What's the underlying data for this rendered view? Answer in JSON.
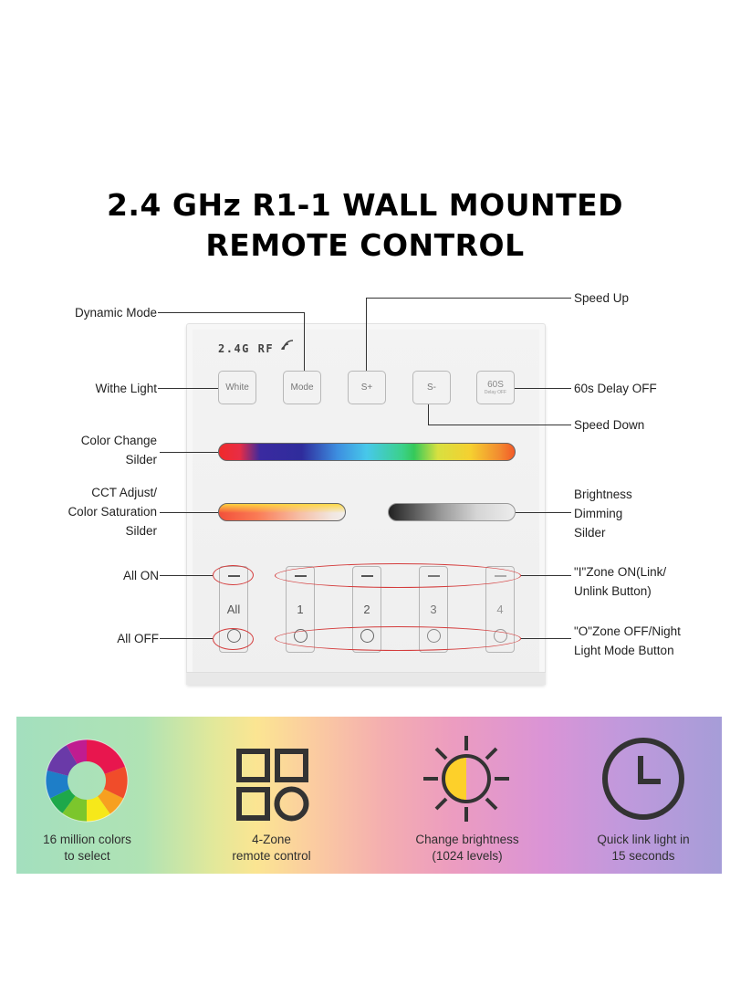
{
  "title": {
    "line1": "2.4 GHz R1-1 WALL MOUNTED",
    "line2": "REMOTE CONTROL"
  },
  "panel": {
    "logo": "2.4G RF",
    "logo_icon": "wireless-signal-icon",
    "top_keys": [
      {
        "label": "White"
      },
      {
        "label": "Mode"
      },
      {
        "label": "S+"
      },
      {
        "label": "S-"
      },
      {
        "label": "60S",
        "sub": "Delay OFF"
      }
    ],
    "sliders": [
      {
        "name": "color-change-slider",
        "gradient": [
          "#f02a2a",
          "#2f2c9c",
          "#47c8ea",
          "#35c95a",
          "#f5d030",
          "#f35a28"
        ]
      },
      {
        "name": "cct-saturation-slider",
        "gradient": [
          "#ffd73c",
          "#f2503a",
          "#f1eeec"
        ]
      },
      {
        "name": "brightness-slider",
        "gradient": [
          "#222222",
          "#ececec"
        ]
      }
    ],
    "zones": [
      {
        "label": "All"
      },
      {
        "label": "1"
      },
      {
        "label": "2"
      },
      {
        "label": "3"
      },
      {
        "label": "4"
      }
    ],
    "highlight_color": "#d43c3c"
  },
  "callouts": {
    "dynamic_mode": "Dynamic Mode",
    "white_light": "Withe Light",
    "color_change": [
      "Color Change",
      "Silder"
    ],
    "cct": [
      "CCT Adjust/",
      "Color Saturation",
      "Silder"
    ],
    "all_on": "All ON",
    "all_off": "All OFF",
    "speed_up": "Speed Up",
    "delay_off": "60s Delay OFF",
    "speed_down": "Speed Down",
    "brightness": [
      "Brightness",
      "Dimming",
      "Silder"
    ],
    "zone_on": [
      "\"I\"Zone ON(Link/",
      "Unlink Button)"
    ],
    "zone_off": [
      "\"O\"Zone OFF/Night",
      "Light Mode Button"
    ]
  },
  "features": [
    {
      "icon": "color-wheel-icon",
      "caption": [
        "16 million colors",
        "to select"
      ]
    },
    {
      "icon": "four-zone-icon",
      "caption": [
        "4-Zone",
        "remote control"
      ]
    },
    {
      "icon": "brightness-sun-icon",
      "caption": [
        "Change brightness",
        "(1024 levels)"
      ]
    },
    {
      "icon": "clock-icon",
      "caption": [
        "Quick link light in",
        "15 seconds"
      ]
    }
  ]
}
